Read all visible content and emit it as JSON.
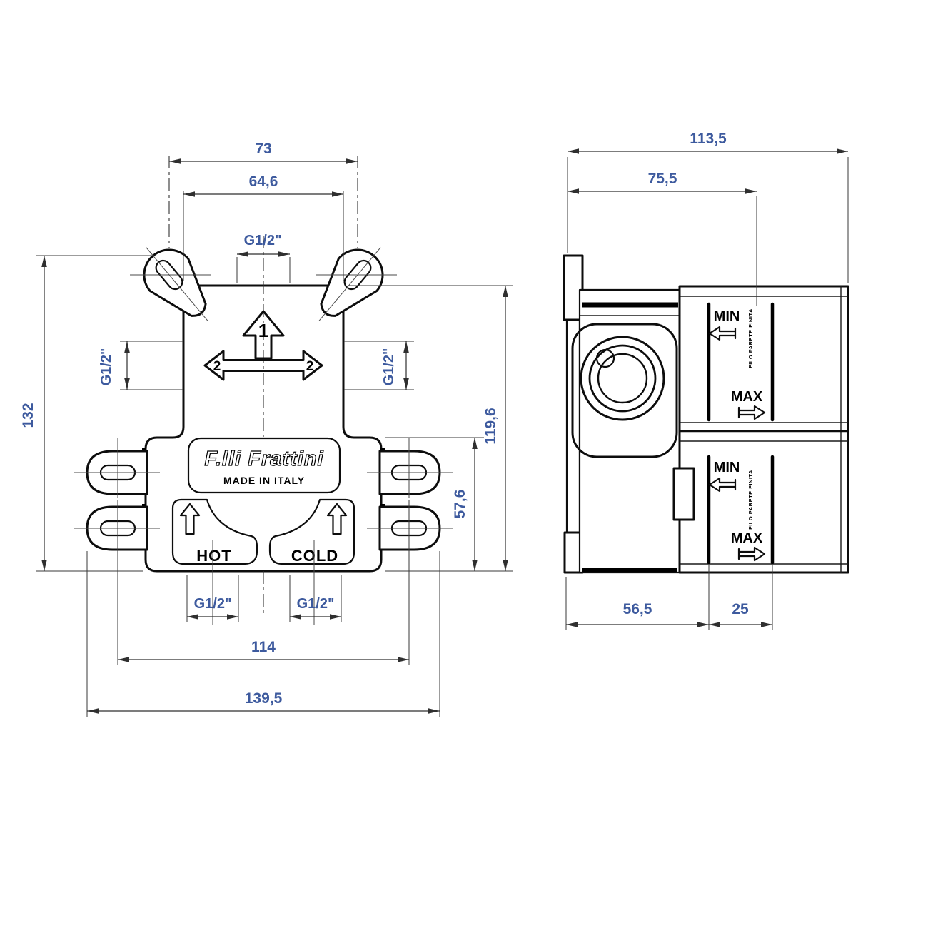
{
  "front_view": {
    "dims": {
      "lug_spacing_top": "73",
      "body_width_top": "64,6",
      "thread_top": "G1/2\"",
      "thread_left": "G1/2\"",
      "thread_right": "G1/2\"",
      "overall_height": "132",
      "body_height": "119,6",
      "lower_height": "57,6",
      "thread_hot": "G1/2\"",
      "thread_cold": "G1/2\"",
      "lug_spacing_bottom": "114",
      "overall_width": "139,5"
    },
    "labels": {
      "outlet_1": "1",
      "outlet_2_left": "2",
      "outlet_2_right": "2",
      "brand": "F.lli Frattini",
      "made_in": "MADE IN ITALY",
      "hot": "HOT",
      "cold": "COLD"
    }
  },
  "side_view": {
    "dims": {
      "overall_depth": "113,5",
      "wall_to_front": "75,5",
      "body_depth": "56,5",
      "adjustment_range": "25"
    },
    "labels": {
      "min_upper": "MIN",
      "max_upper": "MAX",
      "min_lower": "MIN",
      "max_lower": "MAX",
      "wall_note_upper": "FILO PARETE FINITA",
      "wall_note_lower": "FILO PARETE FINITA"
    }
  }
}
